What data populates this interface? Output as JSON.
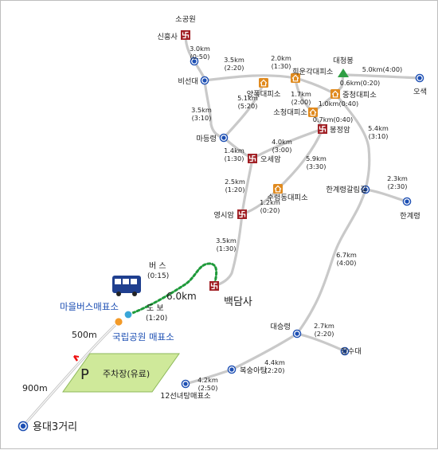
{
  "map": {
    "places": {
      "sogongwon": "소공원",
      "sinheungsa": "신흥사",
      "biseondae": "비선대",
      "madeungnyeong": "마등령",
      "oseam": "오세암",
      "yeongsiam": "영시암",
      "baekdamsa": "백담사",
      "daecheongbong": "대청봉",
      "osaek": "오색",
      "yangpok": "양폭대피소",
      "huiungak": "희운각대피소",
      "socheong": "소청대피소",
      "jungcheong": "중청대피소",
      "bongjeongam": "봉정암",
      "suryeomdong": "수렴동대피소",
      "hangyeryeong_ridge": "한계령갈림길",
      "hangyeryeong": "한계령",
      "daeseungnyeong": "대승령",
      "jangsudae": "장수대",
      "boksunga": "복숭아탕",
      "twelve_falls": "12선녀탕매표소",
      "village_bus": "마을버스매표소",
      "park_ticket": "국립공원 매표소",
      "parking": "주차장(유료)",
      "parking_symbol": "P",
      "yongdae": "용대3거리"
    },
    "distances": {
      "sinheungsa_biseondae": [
        "3.0km",
        "(0:50)"
      ],
      "biseondae_yangpok": [
        "3.5km",
        "(2:20)"
      ],
      "yangpok_huiungak": [
        "2.0km",
        "(1:30)"
      ],
      "daecheong_osaek": "5.0km(4:00)",
      "daecheong_jungcheong": "0.6km(0:20)",
      "huiungak_socheong": [
        "1.7km",
        "(2:00)"
      ],
      "socheong_jungcheong": "1.0km(0:40)",
      "socheong_bongjeongam": "0.7km(0:40)",
      "yangpok_madeung": [
        "5.1km",
        "(5:20)"
      ],
      "biseondae_madeung": [
        "3.5km",
        "(3:10)"
      ],
      "madeung_oseam": [
        "1.4km",
        "(1:30)"
      ],
      "oseam_bongjeongam": [
        "4.0km",
        "(3:00)"
      ],
      "bongjeongam_suryeom": [
        "5.9km",
        "(3:30)"
      ],
      "jungcheong_ridge": [
        "5.4km",
        "(3:10)"
      ],
      "oseam_yeongsiam": [
        "2.5km",
        "(1:20)"
      ],
      "suryeom_yeongsiam": [
        "1.2km",
        "(0:20)"
      ],
      "ridge_hangyeryeong": [
        "2.3km",
        "(2:30)"
      ],
      "yeongsiam_baekdamsa": [
        "3.5km",
        "(1:30)"
      ],
      "ridge_daeseung": [
        "6.7km",
        "(4:00)"
      ],
      "daeseung_jangsudae": [
        "2.7km",
        "(2:20)"
      ],
      "daeseung_boksunga": [
        "4.4km",
        "(2:20)"
      ],
      "boksunga_twelve": [
        "4.2km",
        "(2:50)"
      ],
      "bus_baekdam": "6.0km",
      "bus_label": "버 스",
      "bus_time": "(0:15)",
      "walk_label": "도 보",
      "walk_time": "(1:20)",
      "ticket_500": "500m",
      "parking_900": "900m"
    }
  },
  "colors": {
    "trail": "#c9c9c9",
    "blue_label": "#1d4fb3",
    "bus_route": "#1f9a3b",
    "temple": "#a01e23",
    "shelter": "#e08a1e",
    "peak": "#2f9e44",
    "parking": "#cfe99a",
    "ticket_dot": "#f39a28",
    "bus_stop_dot": "#3aa6d8"
  }
}
